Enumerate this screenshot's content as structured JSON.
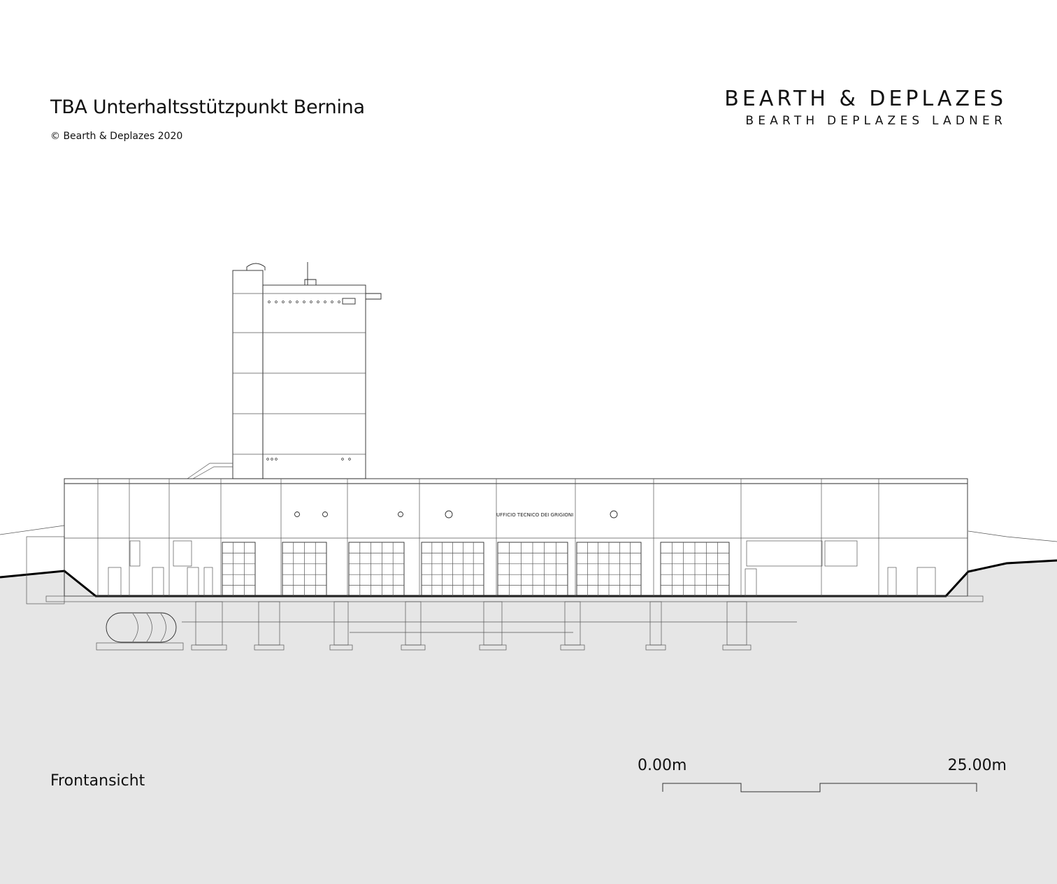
{
  "header": {
    "title": "TBA Unterhaltsstützpunkt Bernina",
    "copyright": "© Bearth & Deplazes 2020"
  },
  "brand": {
    "line1": "BEARTH & DEPLAZES",
    "line2": "BEARTH DEPLAZES LADNER"
  },
  "drawing": {
    "view_label": "Frontansicht",
    "facade_lettering": "UFFICIO TECNICO DEI GRIGIONI",
    "ground_color": "#e6e6e6",
    "line_color": "#2a2a2a"
  },
  "scale_bar": {
    "start_label": "0.00m",
    "end_label": "25.00m"
  }
}
